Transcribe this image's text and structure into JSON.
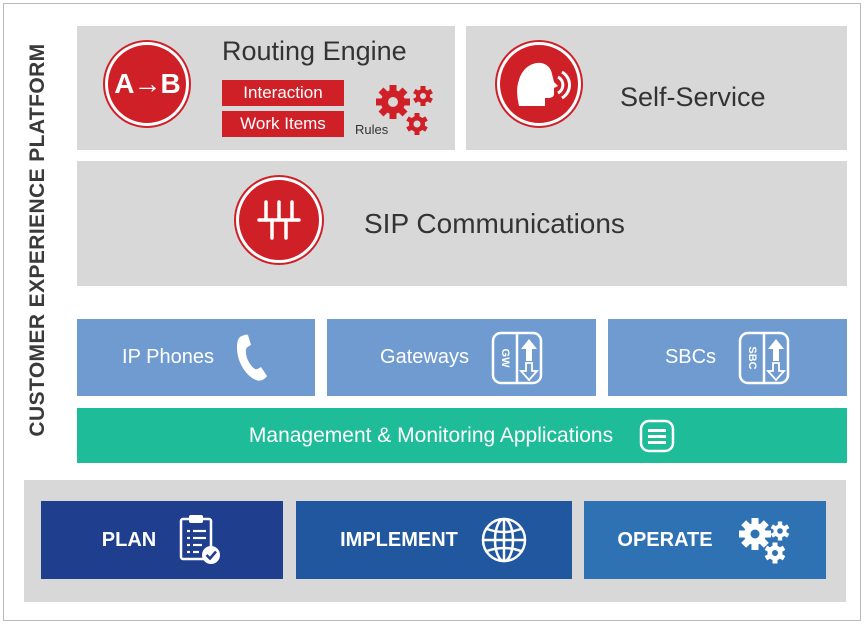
{
  "platform_label": "CUSTOMER EXPERIENCE PLATFORM",
  "routing_engine": {
    "title": "Routing Engine",
    "badge": "A→B",
    "tags": [
      "Interaction",
      "Work Items"
    ],
    "rules_label": "Rules"
  },
  "self_service": {
    "label": "Self-Service"
  },
  "sip": {
    "label": "SIP Communications"
  },
  "devices": [
    {
      "label": "IP Phones",
      "icon": "phone-icon"
    },
    {
      "label": "Gateways",
      "icon": "gateway-icon",
      "icon_text": "GW"
    },
    {
      "label": "SBCs",
      "icon": "sbc-icon",
      "icon_text": "SBC"
    }
  ],
  "management": {
    "label": "Management & Monitoring Applications",
    "icon": "list-icon"
  },
  "phases": [
    {
      "label": "PLAN",
      "icon": "clipboard-check-icon"
    },
    {
      "label": "IMPLEMENT",
      "icon": "globe-icon"
    },
    {
      "label": "OPERATE",
      "icon": "gears-icon"
    }
  ],
  "colors": {
    "red": "#cf2027",
    "gray": "#d8d8d8",
    "device_blue": "#6f9bd1",
    "teal": "#1ebc98",
    "plan": "#1f3f8e",
    "implement": "#21579e",
    "operate": "#2e72b3"
  }
}
